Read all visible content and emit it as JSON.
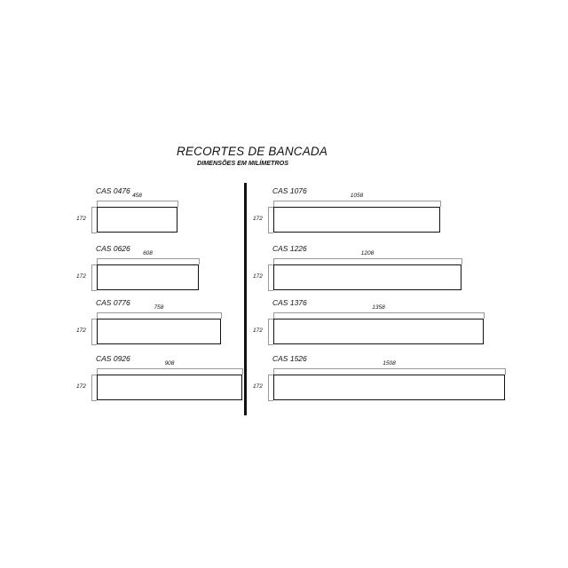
{
  "header": {
    "title": "RECORTES DE BANCADA",
    "subtitle": "DIMENSÕES EM MILÍMETROS"
  },
  "cuts": [
    {
      "name": "CAS 0476",
      "length": "458",
      "height": "172",
      "length_mm": 458
    },
    {
      "name": "CAS 0626",
      "length": "608",
      "height": "172",
      "length_mm": 608
    },
    {
      "name": "CAS 0776",
      "length": "758",
      "height": "172",
      "length_mm": 758
    },
    {
      "name": "CAS 0926",
      "length": "908",
      "height": "172",
      "length_mm": 908
    },
    {
      "name": "CAS 1076",
      "length": "1058",
      "height": "172",
      "length_mm": 1058
    },
    {
      "name": "CAS 1226",
      "length": "1208",
      "height": "172",
      "length_mm": 1208
    },
    {
      "name": "CAS 1376",
      "length": "1358",
      "height": "172",
      "length_mm": 1358
    },
    {
      "name": "CAS 1526",
      "length": "1508",
      "height": "172",
      "length_mm": 1508
    }
  ]
}
